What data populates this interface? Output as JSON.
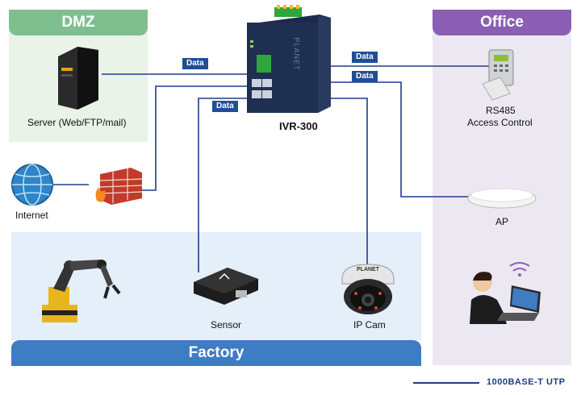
{
  "zones": {
    "dmz": "DMZ",
    "office": "Office",
    "factory": "Factory"
  },
  "devices": {
    "server": "Server (Web/FTP/mail)",
    "switch": "IVR-300",
    "access_control_line1": "RS485",
    "access_control_line2": "Access Control",
    "internet": "Internet",
    "ap": "AP",
    "sensor": "Sensor",
    "ip_cam": "IP Cam",
    "switch_brand": "PLANET",
    "cam_brand": "PLANET"
  },
  "links": {
    "data_label": "Data"
  },
  "legend": {
    "label": "1000BASE-T UTP",
    "color": "#1f3c8a"
  },
  "colors": {
    "dmz_bg": "#e9f3e7",
    "dmz_header": "#7fbf8f",
    "office_bg": "#ece8f2",
    "office_header": "#8a5fb3",
    "factory_bg": "#e4effa",
    "factory_header": "#3e7cc4",
    "line": "#1f3c8a"
  }
}
